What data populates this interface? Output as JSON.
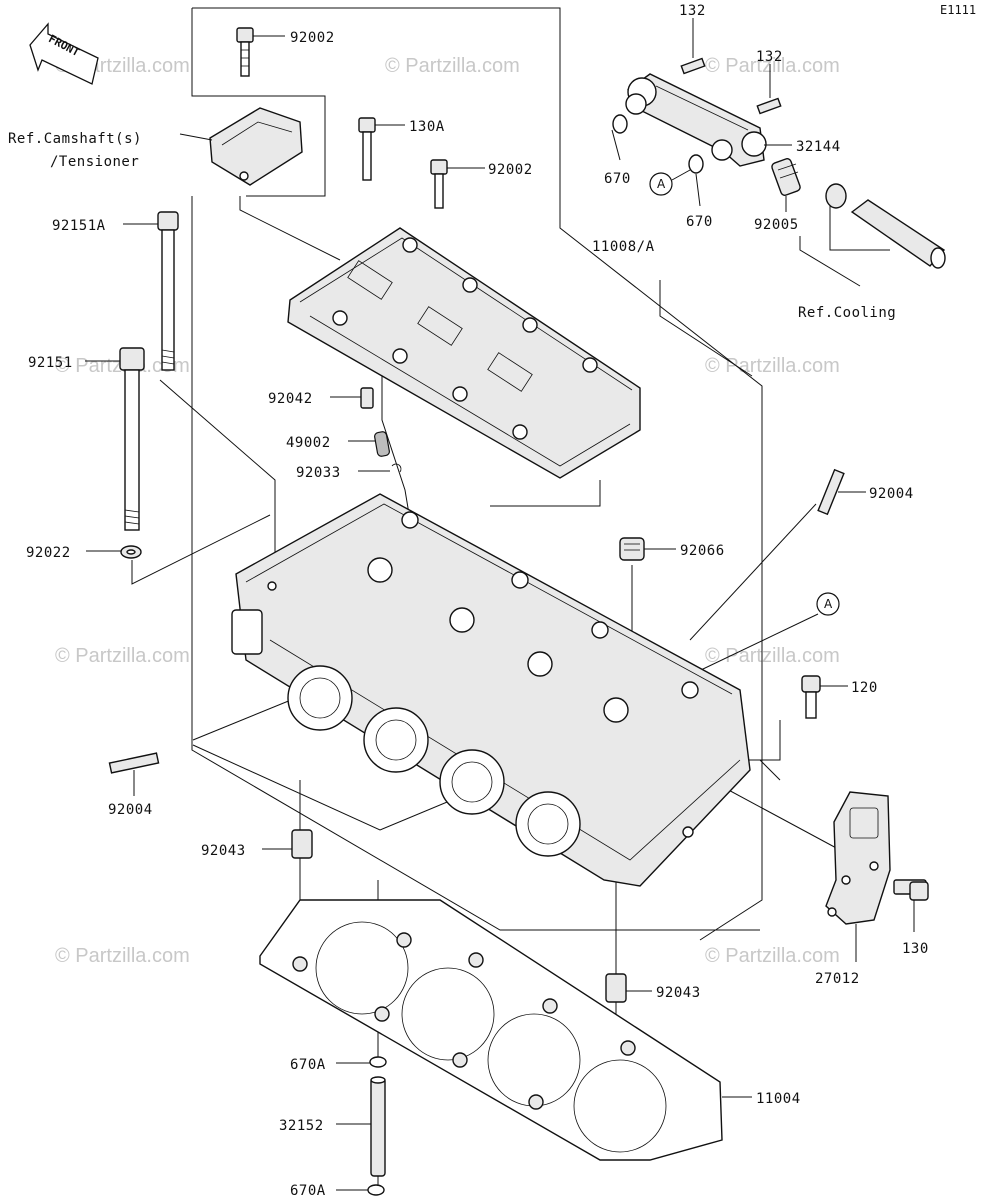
{
  "diagram_code": "E1111",
  "front_label": "FRONT",
  "watermark": "© Partzilla.com",
  "callout_letter": "A",
  "parts": {
    "p92002_top": "92002",
    "ref_cam_1": "Ref.Camshaft(s)",
    "ref_cam_2": "/Tensioner",
    "p130A": "130A",
    "p92002_mid": "92002",
    "p92151A": "92151A",
    "p92151": "92151",
    "p11008A": "11008/A",
    "p92042": "92042",
    "p49002": "49002",
    "p92033": "92033",
    "p92022": "92022",
    "p92004_right": "92004",
    "p92066": "92066",
    "p120": "120",
    "p92004_left": "92004",
    "p92043_left": "92043",
    "p92043_right": "92043",
    "p130": "130",
    "p27012": "27012",
    "p11004": "11004",
    "p670A_top": "670A",
    "p32152": "32152",
    "p670A_bottom": "670A",
    "p132_a": "132",
    "p132_b": "132",
    "p32144": "32144",
    "p670_a": "670",
    "p670_b": "670",
    "p92005": "92005",
    "ref_cool": "Ref.Cooling"
  }
}
